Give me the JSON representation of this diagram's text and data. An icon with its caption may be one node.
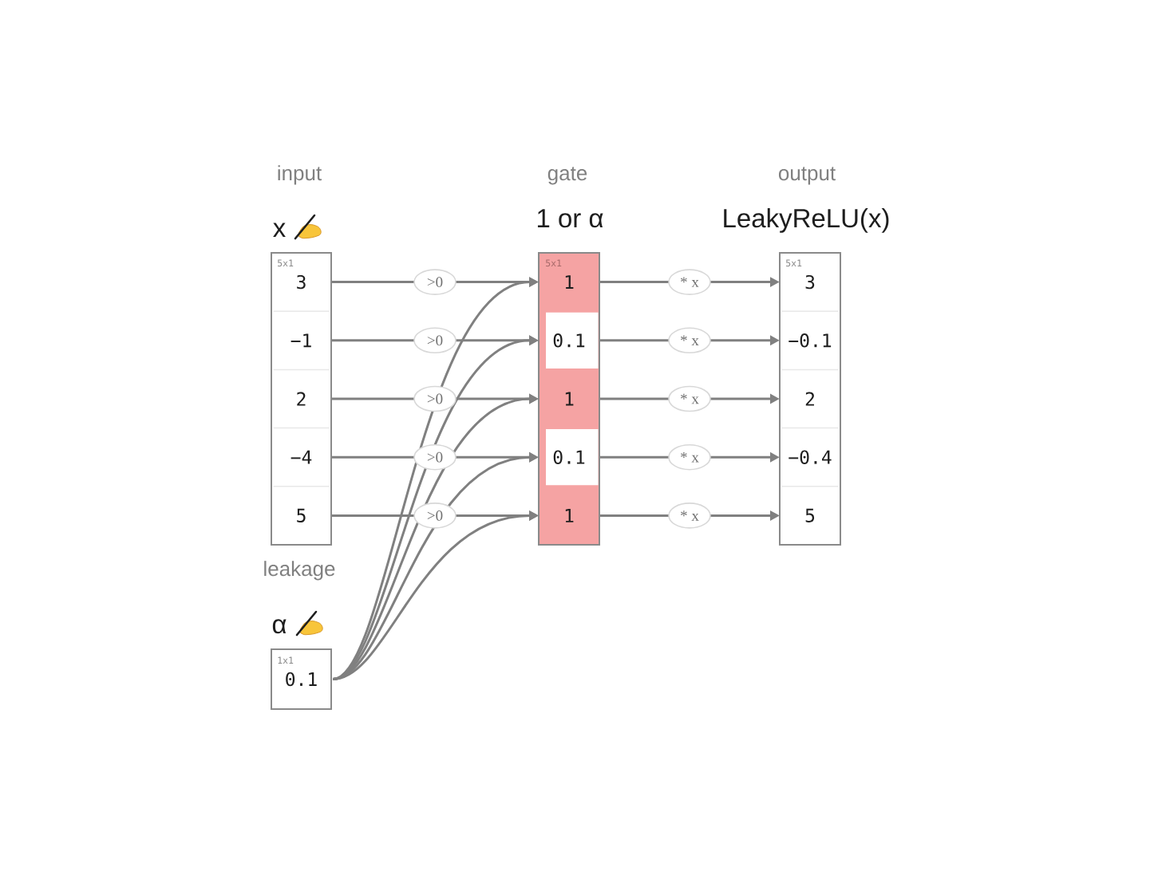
{
  "diagram": {
    "nodes": [
      {
        "text": [
          "input",
          "x",
          "5x1"
        ]
      },
      {
        "text": [
          "3"
        ],
        "in": 0
      },
      {
        "text": [
          "−1"
        ],
        "in": 0
      },
      {
        "text": [
          "2"
        ],
        "in": 0
      },
      {
        "text": [
          "−4"
        ],
        "in": 0
      },
      {
        "text": [
          "5"
        ],
        "in": 0
      },
      {
        "text": [
          "gate",
          "1 or α",
          "5x1"
        ]
      },
      {
        "text": [
          "1"
        ],
        "in": 6
      },
      {
        "text": [
          "0.1"
        ],
        "in": 6
      },
      {
        "text": [
          "1"
        ],
        "in": 6
      },
      {
        "text": [
          "0.1"
        ],
        "in": 6
      },
      {
        "text": [
          "1"
        ],
        "in": 6
      },
      {
        "text": [
          "output",
          "LeakyReLU(x)",
          "5x1"
        ]
      },
      {
        "text": [
          "3"
        ],
        "in": 12
      },
      {
        "text": [
          "−0.1"
        ],
        "in": 12
      },
      {
        "text": [
          "2"
        ],
        "in": 12
      },
      {
        "text": [
          "−0.4"
        ],
        "in": 12
      },
      {
        "text": [
          "5"
        ],
        "in": 12
      },
      {
        "text": [
          "leakage",
          "α",
          "1x1",
          "0.1"
        ]
      }
    ],
    "edges": [
      {
        "from": 1,
        "to": 7,
        "arrow": "to",
        "label": ">0"
      },
      {
        "from": 2,
        "to": 8,
        "arrow": "to",
        "label": ">0"
      },
      {
        "from": 3,
        "to": 9,
        "arrow": "to",
        "label": ">0"
      },
      {
        "from": 4,
        "to": 10,
        "arrow": "to",
        "label": ">0"
      },
      {
        "from": 5,
        "to": 11,
        "arrow": "to",
        "label": ">0"
      },
      {
        "from": 18,
        "to": 7,
        "arrow": "to"
      },
      {
        "from": 18,
        "to": 8,
        "arrow": "to"
      },
      {
        "from": 18,
        "to": 9,
        "arrow": "to"
      },
      {
        "from": 18,
        "to": 10,
        "arrow": "to"
      },
      {
        "from": 18,
        "to": 11,
        "arrow": "to"
      },
      {
        "from": 7,
        "to": 13,
        "arrow": "to",
        "label": "* x"
      },
      {
        "from": 8,
        "to": 14,
        "arrow": "to",
        "label": "* x"
      },
      {
        "from": 9,
        "to": 15,
        "arrow": "to",
        "label": "* x"
      },
      {
        "from": 10,
        "to": 16,
        "arrow": "to",
        "label": "* x"
      },
      {
        "from": 11,
        "to": 17,
        "arrow": "to",
        "label": "* x"
      }
    ]
  }
}
